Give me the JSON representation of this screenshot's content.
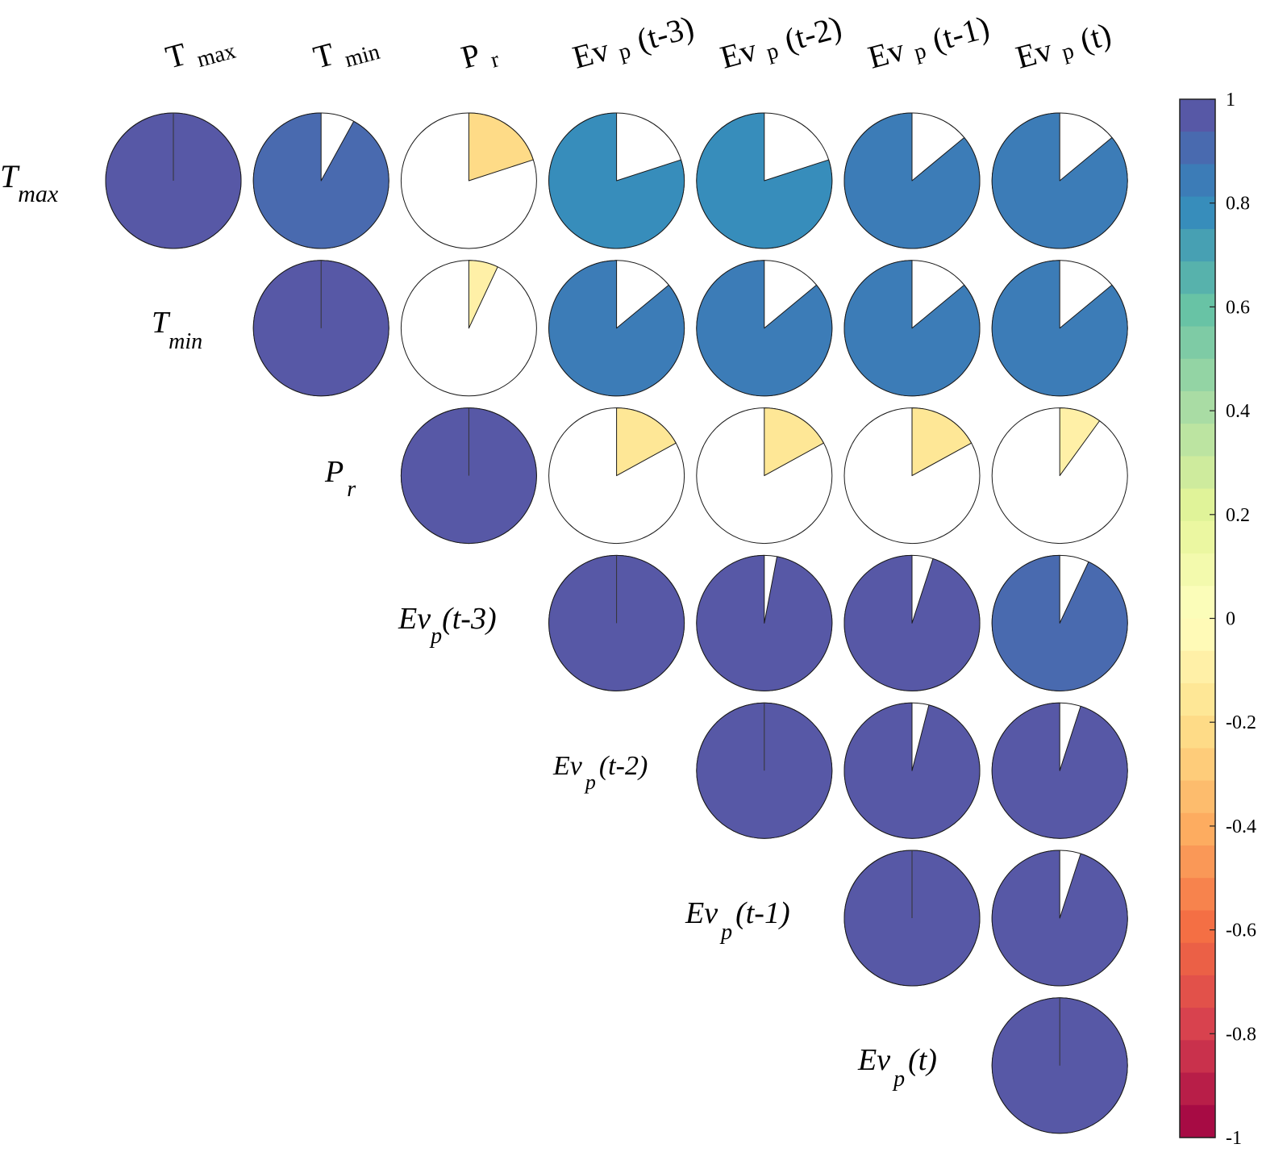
{
  "chart_data": {
    "type": "heatmap",
    "subtype": "correlogram-pie",
    "layout": "upper-triangle",
    "variables": [
      {
        "base": "T",
        "sub": "max",
        "suffix": ""
      },
      {
        "base": "T",
        "sub": "min",
        "suffix": ""
      },
      {
        "base": "P",
        "sub": "r",
        "suffix": ""
      },
      {
        "base": "Ev",
        "sub": "p",
        "suffix": "(t-3)"
      },
      {
        "base": "Ev",
        "sub": "p",
        "suffix": "(t-2)"
      },
      {
        "base": "Ev",
        "sub": "p",
        "suffix": "(t-1)"
      },
      {
        "base": "Ev",
        "sub": "p",
        "suffix": "(t)"
      }
    ],
    "matrix": [
      [
        1.0,
        0.92,
        -0.2,
        0.8,
        0.8,
        0.86,
        0.86
      ],
      [
        0.92,
        1.0,
        -0.07,
        0.86,
        0.86,
        0.86,
        0.86
      ],
      [
        -0.2,
        -0.07,
        1.0,
        -0.17,
        -0.17,
        -0.17,
        -0.1
      ],
      [
        0.8,
        0.86,
        -0.17,
        1.0,
        0.97,
        0.95,
        0.93
      ],
      [
        0.8,
        0.86,
        -0.17,
        0.97,
        1.0,
        0.96,
        0.95
      ],
      [
        0.86,
        0.86,
        -0.17,
        0.95,
        0.96,
        1.0,
        0.95
      ],
      [
        0.86,
        0.86,
        -0.1,
        0.93,
        0.95,
        0.95,
        1.0
      ]
    ],
    "colorbar": {
      "range": [
        -1,
        1
      ],
      "ticks": [
        "1",
        "0.8",
        "0.6",
        "0.4",
        "0.2",
        "0",
        "-0.2",
        "-0.4",
        "-0.6",
        "-0.8",
        "-1"
      ],
      "levels": 32,
      "colors": [
        "#9e0142",
        "#d53e4f",
        "#f46d43",
        "#fdae61",
        "#fee08b",
        "#ffffbf",
        "#e6f598",
        "#abdda4",
        "#66c2a5",
        "#3288bd",
        "#5e4fa2"
      ]
    }
  }
}
